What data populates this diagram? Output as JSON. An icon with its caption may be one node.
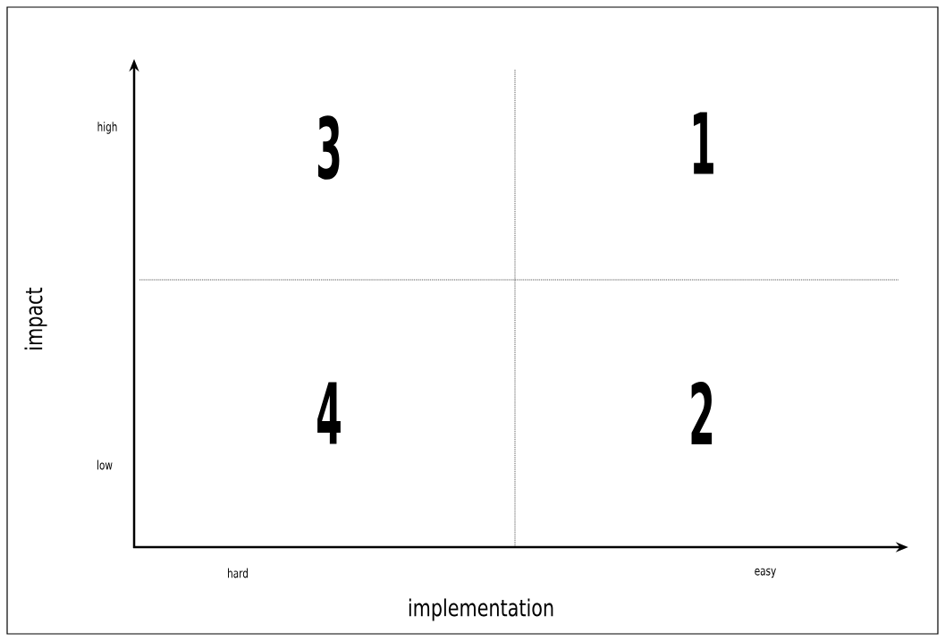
{
  "diagram": {
    "labels": [
      "high",
      "3",
      "1",
      "impact",
      "4",
      "2",
      "low",
      "hard",
      "easy",
      "implementation"
    ]
  }
}
